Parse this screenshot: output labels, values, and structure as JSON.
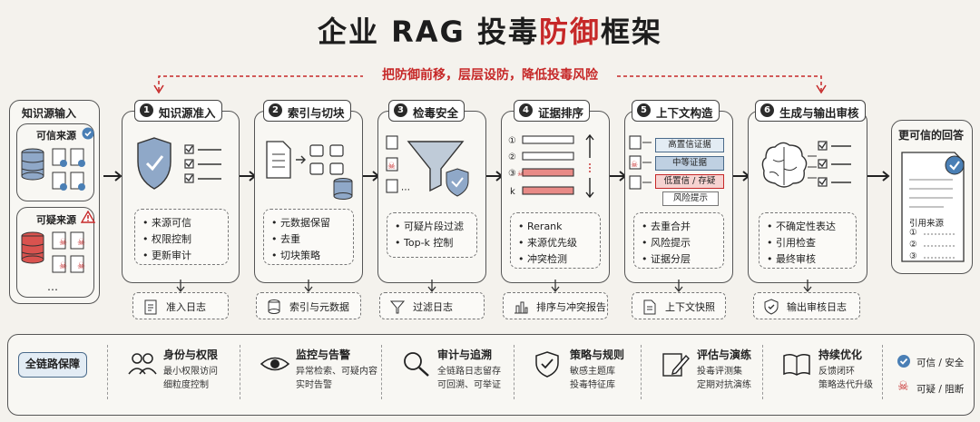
{
  "title": {
    "main": "企业 RAG 投毒",
    "accent": "防御",
    "tail": "框架"
  },
  "subtitle": "把防御前移，层层设防，降低投毒风险",
  "sources": {
    "header": "知识源输入",
    "trusted": "可信来源",
    "suspicious": "可疑来源",
    "more": "⋯"
  },
  "stages": [
    {
      "num": "1",
      "title": "知识源准入",
      "bullets": [
        "来源可信",
        "权限控制",
        "更新审计"
      ],
      "log": "准入日志"
    },
    {
      "num": "2",
      "title": "索引与切块",
      "bullets": [
        "元数据保留",
        "去重",
        "切块策略"
      ],
      "log": "索引与元数据"
    },
    {
      "num": "3",
      "title": "检毒安全",
      "bullets": [
        "可疑片段过滤",
        "Top-k 控制"
      ],
      "log": "过滤日志"
    },
    {
      "num": "4",
      "title": "证据排序",
      "bullets": [
        "Rerank",
        "来源优先级",
        "冲突检测"
      ],
      "log": "排序与冲突报告",
      "rank_labels": [
        "①",
        "②",
        "③",
        "k"
      ]
    },
    {
      "num": "5",
      "title": "上下文构造",
      "bullets": [
        "去重合并",
        "风险提示",
        "证据分层"
      ],
      "log": "上下文快照",
      "tiers": [
        "高置信证据",
        "中等证据",
        "低置信 / 存疑",
        "风险提示"
      ]
    },
    {
      "num": "6",
      "title": "生成与输出审核",
      "bullets": [
        "不确定性表达",
        "引用检查",
        "最终审核"
      ],
      "log": "输出审核日志"
    }
  ],
  "output": {
    "title": "更可信的回答",
    "citation_label": "引用来源",
    "citations": [
      "①",
      "②",
      "③"
    ]
  },
  "guarantee": {
    "label": "全链路保障",
    "pillars": [
      {
        "icon": "users-icon",
        "title": "身份与权限",
        "desc": [
          "最小权限访问",
          "细粒度控制"
        ]
      },
      {
        "icon": "eye-icon",
        "title": "监控与告警",
        "desc": [
          "异常检索、可疑内容",
          "实时告警"
        ]
      },
      {
        "icon": "magnifier-icon",
        "title": "审计与追溯",
        "desc": [
          "全链路日志留存",
          "可回溯、可举证"
        ]
      },
      {
        "icon": "shield-check-icon",
        "title": "策略与规则",
        "desc": [
          "敏感主题库",
          "投毒特征库"
        ]
      },
      {
        "icon": "pencil-icon",
        "title": "评估与演练",
        "desc": [
          "投毒评测集",
          "定期对抗演练"
        ]
      },
      {
        "icon": "book-icon",
        "title": "持续优化",
        "desc": [
          "反馈闭环",
          "策略迭代升级"
        ]
      }
    ]
  },
  "legend": [
    {
      "icon": "check-circle-icon",
      "label": "可信 / 安全",
      "color": "#4a7fb5"
    },
    {
      "icon": "skull-icon",
      "label": "可疑 / 阻断",
      "color": "#c62828"
    }
  ],
  "colors": {
    "accent_red": "#c62828",
    "accent_blue": "#4a7fb5"
  }
}
